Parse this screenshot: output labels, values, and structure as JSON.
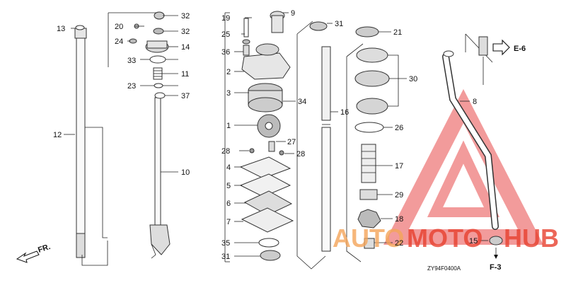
{
  "diagram": {
    "code": "ZY94F0400A",
    "front_label": "FR.",
    "ref_e": "E-6",
    "ref_f": "F-3",
    "watermark": {
      "auto": "AUTO",
      "moto": "MOTO",
      "hub": "HUB"
    },
    "callouts": [
      {
        "id": "c13",
        "text": "13"
      },
      {
        "id": "c12",
        "text": "12"
      },
      {
        "id": "c20",
        "text": "20"
      },
      {
        "id": "c24",
        "text": "24"
      },
      {
        "id": "c33",
        "text": "33"
      },
      {
        "id": "c23",
        "text": "23"
      },
      {
        "id": "c32a",
        "text": "32"
      },
      {
        "id": "c32b",
        "text": "32"
      },
      {
        "id": "c14",
        "text": "14"
      },
      {
        "id": "c11",
        "text": "11"
      },
      {
        "id": "c37",
        "text": "37"
      },
      {
        "id": "c10",
        "text": "10"
      },
      {
        "id": "c19",
        "text": "19"
      },
      {
        "id": "c25",
        "text": "25"
      },
      {
        "id": "c36",
        "text": "36"
      },
      {
        "id": "c9",
        "text": "9"
      },
      {
        "id": "c2",
        "text": "2"
      },
      {
        "id": "c3",
        "text": "3"
      },
      {
        "id": "c34",
        "text": "34"
      },
      {
        "id": "c1",
        "text": "1"
      },
      {
        "id": "c27",
        "text": "27"
      },
      {
        "id": "c28a",
        "text": "28"
      },
      {
        "id": "c28b",
        "text": "28"
      },
      {
        "id": "c4",
        "text": "4"
      },
      {
        "id": "c5",
        "text": "5"
      },
      {
        "id": "c6",
        "text": "6"
      },
      {
        "id": "c7",
        "text": "7"
      },
      {
        "id": "c35",
        "text": "35"
      },
      {
        "id": "c31a",
        "text": "31"
      },
      {
        "id": "c31b",
        "text": "31"
      },
      {
        "id": "c16",
        "text": "16"
      },
      {
        "id": "c21",
        "text": "21"
      },
      {
        "id": "c30",
        "text": "30"
      },
      {
        "id": "c26",
        "text": "26"
      },
      {
        "id": "c17",
        "text": "17"
      },
      {
        "id": "c29",
        "text": "29"
      },
      {
        "id": "c18",
        "text": "18"
      },
      {
        "id": "c22",
        "text": "22"
      },
      {
        "id": "c8",
        "text": "8"
      },
      {
        "id": "c15",
        "text": "15"
      }
    ]
  },
  "colors": {
    "watermark_red": "#e8402f",
    "watermark_orange": "#f4a55a",
    "triangle": "#e84a4a"
  }
}
